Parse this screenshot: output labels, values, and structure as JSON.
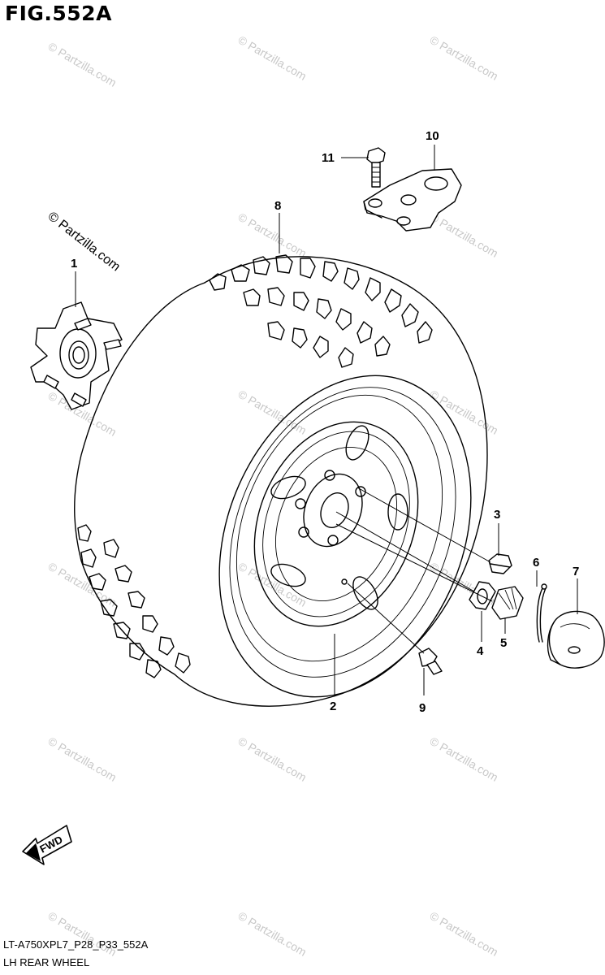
{
  "figure": {
    "title": "FIG.552A",
    "code": "LT-A750XPL7_P28_P33_552A",
    "caption": "LH REAR WHEEL"
  },
  "watermark": {
    "text": "© Partzilla.com",
    "color": "#c8c8c8"
  },
  "direction_badge": {
    "label": "FWD",
    "icon": "arrow-left-icon"
  },
  "callouts": [
    {
      "id": "1",
      "part": "hub"
    },
    {
      "id": "2",
      "part": "rim"
    },
    {
      "id": "3",
      "part": "nut"
    },
    {
      "id": "4",
      "part": "washer"
    },
    {
      "id": "5",
      "part": "castle-nut"
    },
    {
      "id": "6",
      "part": "cotter-pin"
    },
    {
      "id": "7",
      "part": "cap"
    },
    {
      "id": "8",
      "part": "tire"
    },
    {
      "id": "9",
      "part": "valve"
    },
    {
      "id": "10",
      "part": "bracket"
    },
    {
      "id": "11",
      "part": "bolt"
    }
  ],
  "colors": {
    "line": "#000000",
    "background": "#ffffff"
  }
}
